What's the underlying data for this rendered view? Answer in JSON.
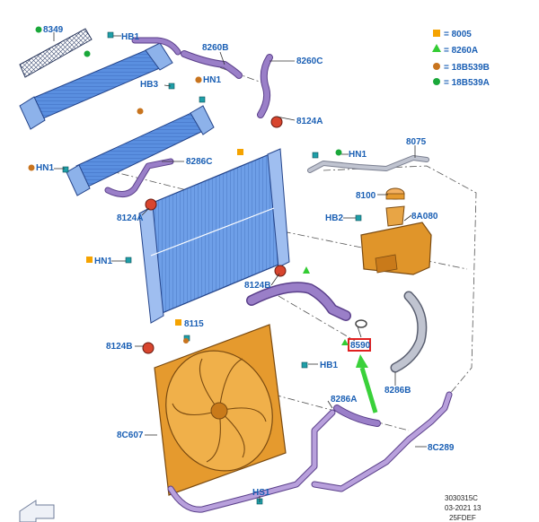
{
  "legend": [
    {
      "symbol": "square",
      "color": "#f5a300",
      "text": "= 8005"
    },
    {
      "symbol": "triangle",
      "color": "#33cc33",
      "text": "= 8260A"
    },
    {
      "symbol": "circle",
      "color": "#c8741e",
      "text": "= 18B539B"
    },
    {
      "symbol": "circle",
      "color": "#1aa83a",
      "text": "= 18B539A"
    }
  ],
  "labels": {
    "l8349": "8349",
    "hb1_top": "HB1",
    "l8260b": "8260B",
    "l8260c": "8260C",
    "hb3": "HB3",
    "hn1_top": "HN1",
    "l8124a_top": "8124A",
    "hn1_left": "HN1",
    "l8286c": "8286C",
    "hn1_right": "HN1",
    "l8075": "8075",
    "l8100": "8100",
    "hb2": "HB2",
    "l8a080": "8A080",
    "l8124a_mid": "8124A",
    "hn1_mid": "HN1",
    "l8124b_mid": "8124B",
    "l8115": "8115",
    "l8124b_low": "8124B",
    "l8590": "8590",
    "hb1_low": "HB1",
    "l8286b": "8286B",
    "l8286a": "8286A",
    "l8c607": "8C607",
    "l8c289": "8C289",
    "hs1": "HS1"
  },
  "reference": {
    "line1": "3030315C",
    "line2": "03-2021 13",
    "line3": "25FDEF"
  },
  "colors": {
    "label_blue": "#1a5fb4",
    "cooler_blue": "#5a8fe0",
    "radiator_blue": "#6e9fe8",
    "hose_purple": "#9a7fc8",
    "fan_orange": "#e59a2e",
    "tank_orange": "#e0952a",
    "pipe_gray": "#c0c4d0",
    "clamp_red": "#d8452e",
    "highlight_red": "#e02020",
    "arrow_green": "#3ad13a"
  }
}
